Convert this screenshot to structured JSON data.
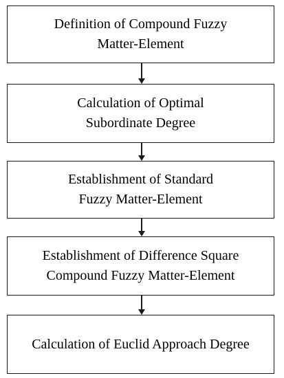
{
  "flowchart": {
    "steps": [
      {
        "label": "Definition of Compound Fuzzy\nMatter-Element"
      },
      {
        "label": "Calculation of Optimal\nSubordinate Degree"
      },
      {
        "label": "Establishment of Standard\nFuzzy Matter-Element"
      },
      {
        "label": "Establishment of Difference Square\nCompound Fuzzy Matter-Element"
      },
      {
        "label": "Calculation of Euclid Approach Degree"
      }
    ]
  }
}
